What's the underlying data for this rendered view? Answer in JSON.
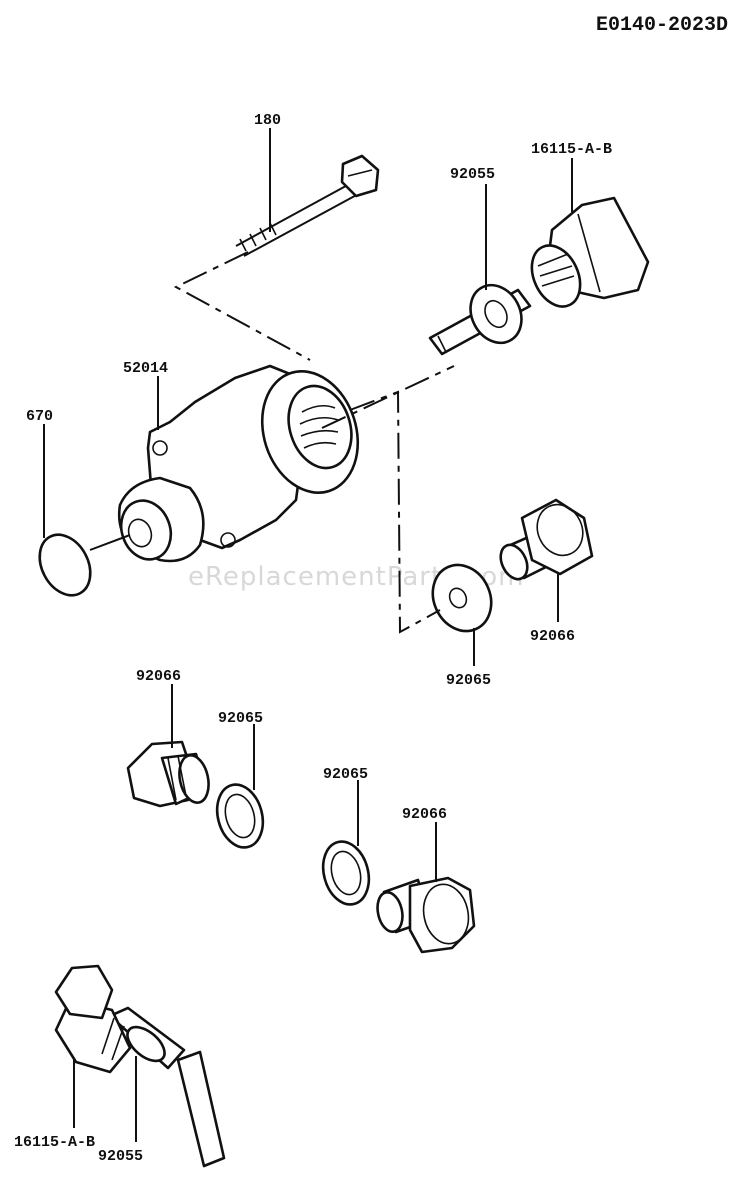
{
  "diagram": {
    "id": "E0140-2023D",
    "watermark": "eReplacementParts.com",
    "labels": {
      "p180": "180",
      "p16115_top": "16115-A-B",
      "p92055_top": "92055",
      "p52014": "52014",
      "p670": "670",
      "p92066_right": "92066",
      "p92065_right": "92065",
      "p92066_left": "92066",
      "p92065_left": "92065",
      "p92065_mid": "92065",
      "p92066_mid": "92066",
      "p16115_bottom": "16115-A-B",
      "p92055_bottom": "92055"
    }
  }
}
